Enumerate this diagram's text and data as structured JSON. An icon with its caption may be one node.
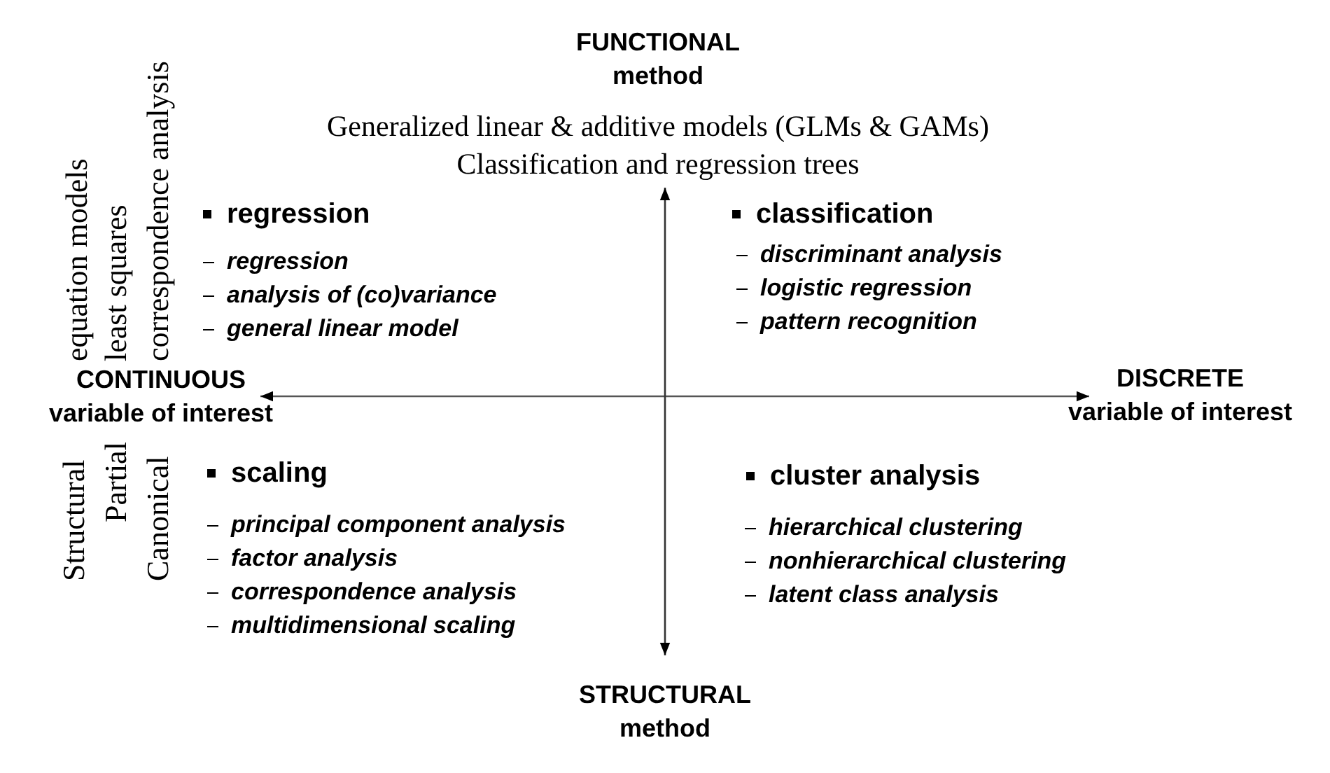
{
  "diagram": {
    "labels": [
      "equation models",
      "least squares",
      "correspondence analysis",
      "FUNCTIONAL method",
      "Generalized linear & additive models (GLMs & GAMs)",
      "Classification and regression trees",
      "regression",
      "regression",
      "analysis of (co)variance",
      "general linear model",
      "classification",
      "discriminant analysis",
      "logistic regression",
      "pattern recognition",
      "CONTINUOUS variable of interest",
      "DISCRETE variable of interest",
      "Structural",
      "Partial",
      "Canonical",
      "scaling",
      "principal component analysis",
      "factor analysis",
      "correspondence analysis",
      "multidimensional scaling",
      "cluster analysis",
      "hierarchical clustering",
      "nonhierarchical clustering",
      "latent class analysis",
      "STRUCTURAL method"
    ]
  }
}
